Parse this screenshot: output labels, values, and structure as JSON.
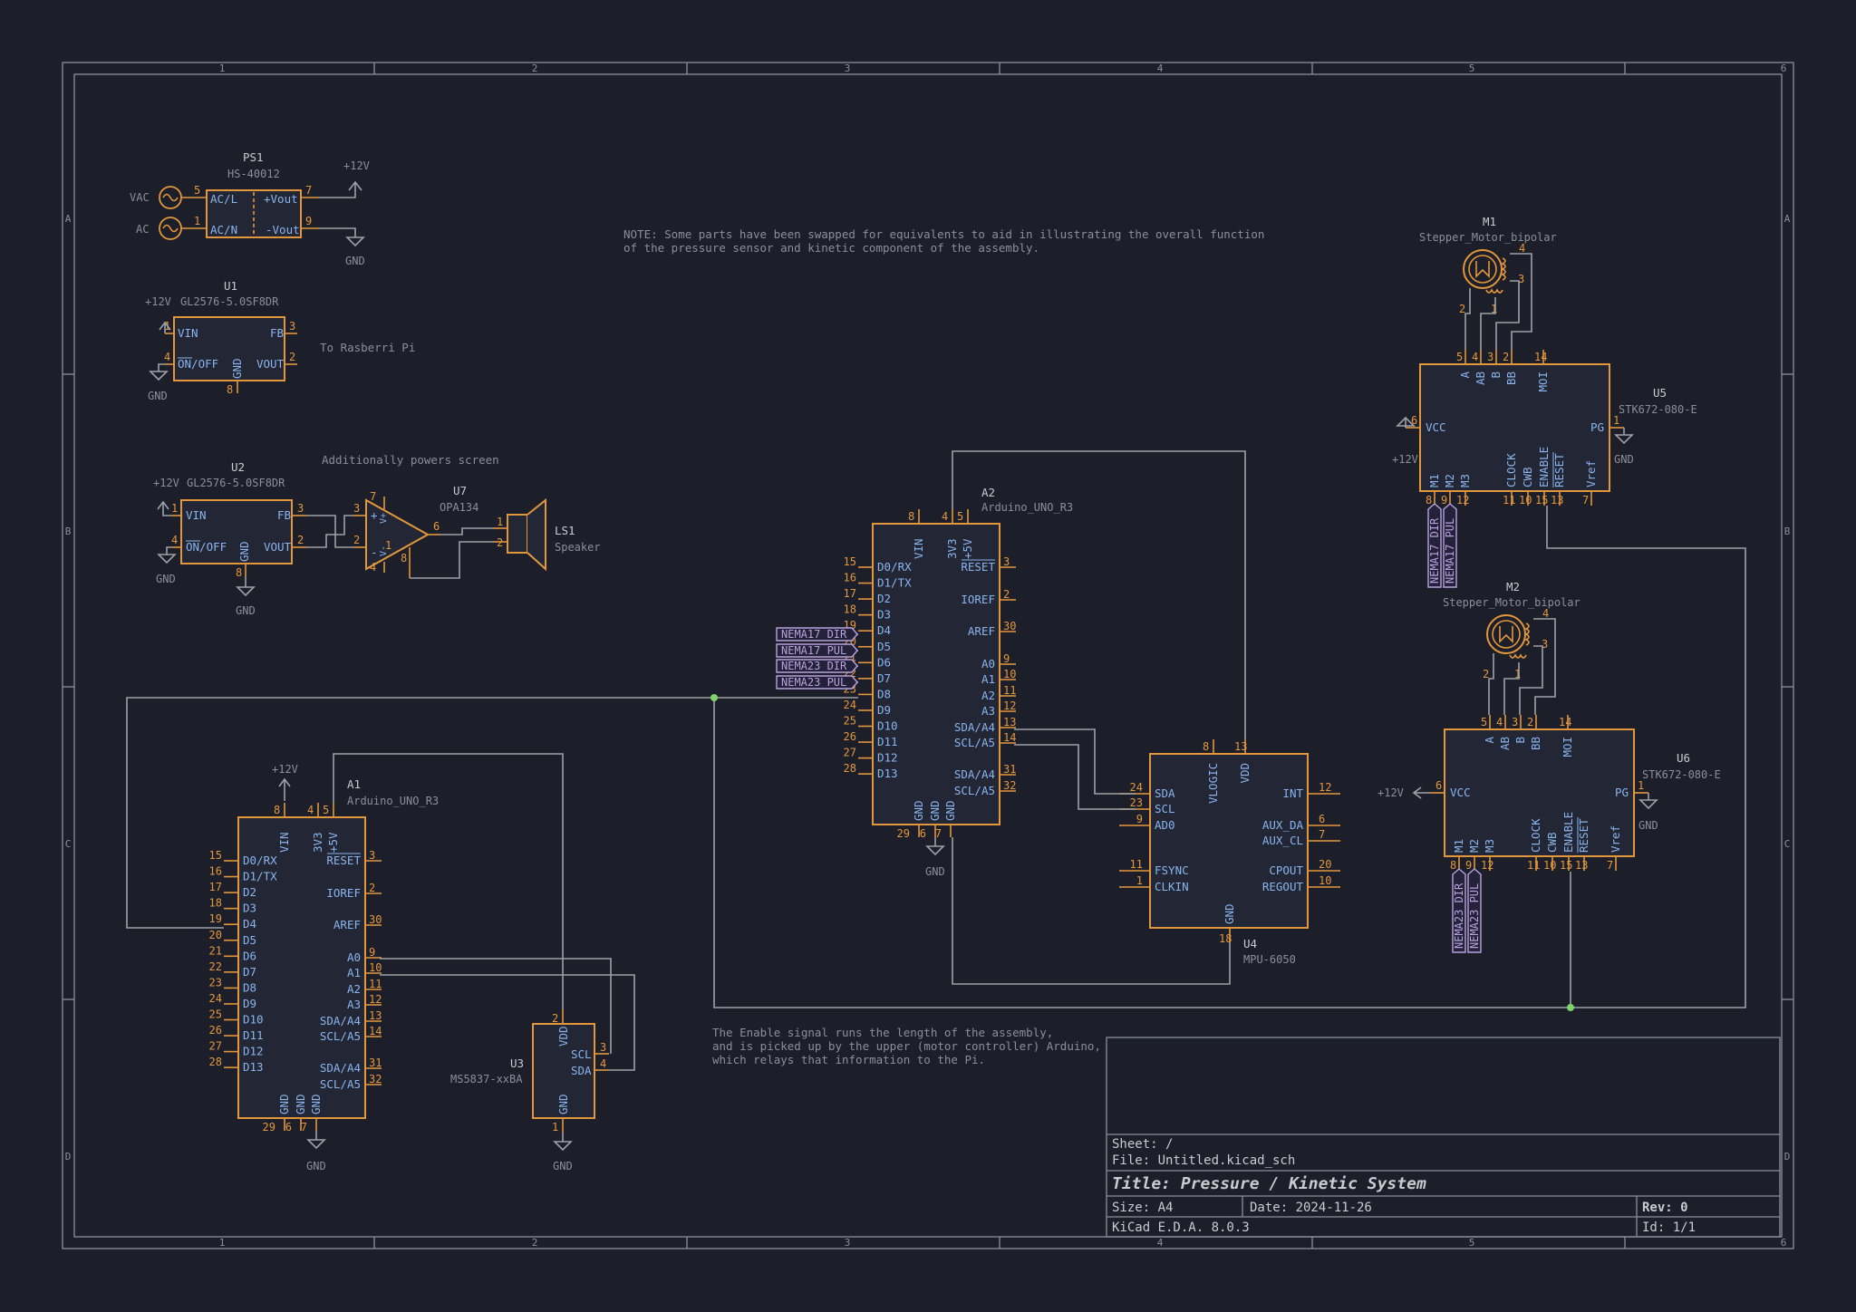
{
  "sheet": {
    "border_cols": [
      "1",
      "2",
      "3",
      "4",
      "5",
      "6"
    ],
    "border_rows": [
      "A",
      "B",
      "C",
      "D"
    ]
  },
  "notes": {
    "note1_line1": "NOTE: Some parts have been swapped for equivalents to aid in illustrating the overall function",
    "note1_line2": "of the pressure sensor and kinetic component of the assembly.",
    "rasp": "To Rasberri Pi",
    "screen": "Additionally powers screen",
    "enable1": "The Enable signal runs the length of the assembly,",
    "enable2": "and is picked up by the upper (motor controller) Arduino,",
    "enable3": "which relays that information to the Pi."
  },
  "power": {
    "p12": "+12V",
    "gnd": "GND",
    "vac": "VAC",
    "ac": "AC"
  },
  "ps1": {
    "ref": "PS1",
    "value": "HS-40012",
    "pins": [
      "AC/L",
      "AC/N",
      "+Vout",
      "-Vout"
    ],
    "nums": [
      "5",
      "1",
      "7",
      "9"
    ]
  },
  "u1": {
    "ref": "U1",
    "value": "GL2576-5.0SF8DR",
    "pins": [
      "VIN",
      "ON/OFF",
      "FB",
      "VOUT",
      "GND"
    ],
    "nums": [
      "1",
      "4",
      "3",
      "2",
      "8"
    ]
  },
  "u2": {
    "ref": "U2",
    "value": "GL2576-5.0SF8DR",
    "pins": [
      "VIN",
      "ON/OFF",
      "FB",
      "VOUT",
      "GND"
    ],
    "nums": [
      "1",
      "4",
      "3",
      "2",
      "8"
    ]
  },
  "u7": {
    "ref": "U7",
    "value": "OPA134",
    "plus": "+",
    "minus": "-",
    "vp": "V+",
    "vm": "V-",
    "nums": [
      "3",
      "2",
      "6",
      "7",
      "4",
      "1",
      "8"
    ]
  },
  "ls1": {
    "ref": "LS1",
    "value": "Speaker",
    "nums": [
      "1",
      "2"
    ]
  },
  "arduino_pins_left": [
    "D0/RX",
    "D1/TX",
    "D2",
    "D3",
    "D4",
    "D5",
    "D6",
    "D7",
    "D8",
    "D9",
    "D10",
    "D11",
    "D12",
    "D13"
  ],
  "arduino_nums_left": [
    "15",
    "16",
    "17",
    "18",
    "19",
    "20",
    "21",
    "22",
    "23",
    "24",
    "25",
    "26",
    "27",
    "28"
  ],
  "arduino_pins_right": [
    "RESET",
    "IOREF",
    "AREF",
    "A0",
    "A1",
    "A2",
    "A3",
    "SDA/A4",
    "SCL/A5",
    "SDA/A4",
    "SCL/A5"
  ],
  "arduino_nums_right": [
    "3",
    "2",
    "30",
    "9",
    "10",
    "11",
    "12",
    "13",
    "14",
    "31",
    "32"
  ],
  "arduino_top": [
    "VIN",
    "3V3",
    "+5V"
  ],
  "arduino_top_nums": [
    "8",
    "4",
    "5"
  ],
  "arduino_bottom": [
    "GND",
    "GND",
    "GND"
  ],
  "arduino_bottom_nums": [
    "29",
    "6",
    "7"
  ],
  "a1": {
    "ref": "A1",
    "value": "Arduino_UNO_R3"
  },
  "a2": {
    "ref": "A2",
    "value": "Arduino_UNO_R3"
  },
  "u3": {
    "ref": "U3",
    "value": "MS5837-xxBA",
    "pins": [
      "VDD",
      "SCL",
      "SDA",
      "GND"
    ],
    "nums": [
      "2",
      "3",
      "4",
      "1"
    ]
  },
  "u4": {
    "ref": "U4",
    "value": "MPU-6050",
    "left": [
      "SDA",
      "SCL",
      "AD0",
      "FSYNC",
      "CLKIN"
    ],
    "left_nums": [
      "24",
      "23",
      "9",
      "11",
      "1"
    ],
    "right": [
      "INT",
      "AUX_DA",
      "AUX_CL",
      "CPOUT",
      "REGOUT"
    ],
    "right_nums": [
      "12",
      "6",
      "7",
      "20",
      "10"
    ],
    "top": [
      "VLOGIC",
      "VDD"
    ],
    "top_nums": [
      "8",
      "13"
    ],
    "bottom": "GND",
    "bottom_num": "18"
  },
  "stk_top": [
    "A",
    "AB",
    "B",
    "BB",
    "MOI"
  ],
  "stk_top_nums": [
    "5",
    "4",
    "3",
    "2",
    "14"
  ],
  "stk_bottom": [
    "M1",
    "M2",
    "M3",
    "CLOCK",
    "CWB",
    "ENABLE",
    "RESET",
    "Vref"
  ],
  "stk_bottom_nums": [
    "8",
    "9",
    "12",
    "11",
    "10",
    "15",
    "13",
    "7"
  ],
  "stk_side": [
    "VCC",
    "PG"
  ],
  "stk_side_nums": [
    "6",
    "1"
  ],
  "u5": {
    "ref": "U5",
    "value": "STK672-080-E"
  },
  "u6": {
    "ref": "U6",
    "value": "STK672-080-E"
  },
  "m1": {
    "ref": "M1",
    "value": "Stepper_Motor_bipolar",
    "nums": [
      "2",
      "1",
      "3",
      "4"
    ]
  },
  "m2": {
    "ref": "M2",
    "value": "Stepper_Motor_bipolar",
    "nums": [
      "2",
      "1",
      "3",
      "4"
    ]
  },
  "global_labels": {
    "n17d": "NEMA17_DIR",
    "n17p": "NEMA17_PUL",
    "n23d": "NEMA23_DIR",
    "n23p": "NEMA23_PUL"
  },
  "title_block": {
    "sheet": "Sheet: /",
    "file": "File: Untitled.kicad_sch",
    "title": "Title: Pressure / Kinetic System",
    "size": "Size: A4",
    "date": "Date: 2024-11-26",
    "rev": "Rev: 0",
    "tool": "KiCad E.D.A. 8.0.3",
    "id": "Id: 1/1"
  },
  "colors": {
    "background": "#1c1f2a",
    "body": "#e3973c",
    "pin_name": "#8ab4ee",
    "wire": "#9ea1a8",
    "label": "#b9a2dd",
    "junction": "#7ed36b"
  }
}
